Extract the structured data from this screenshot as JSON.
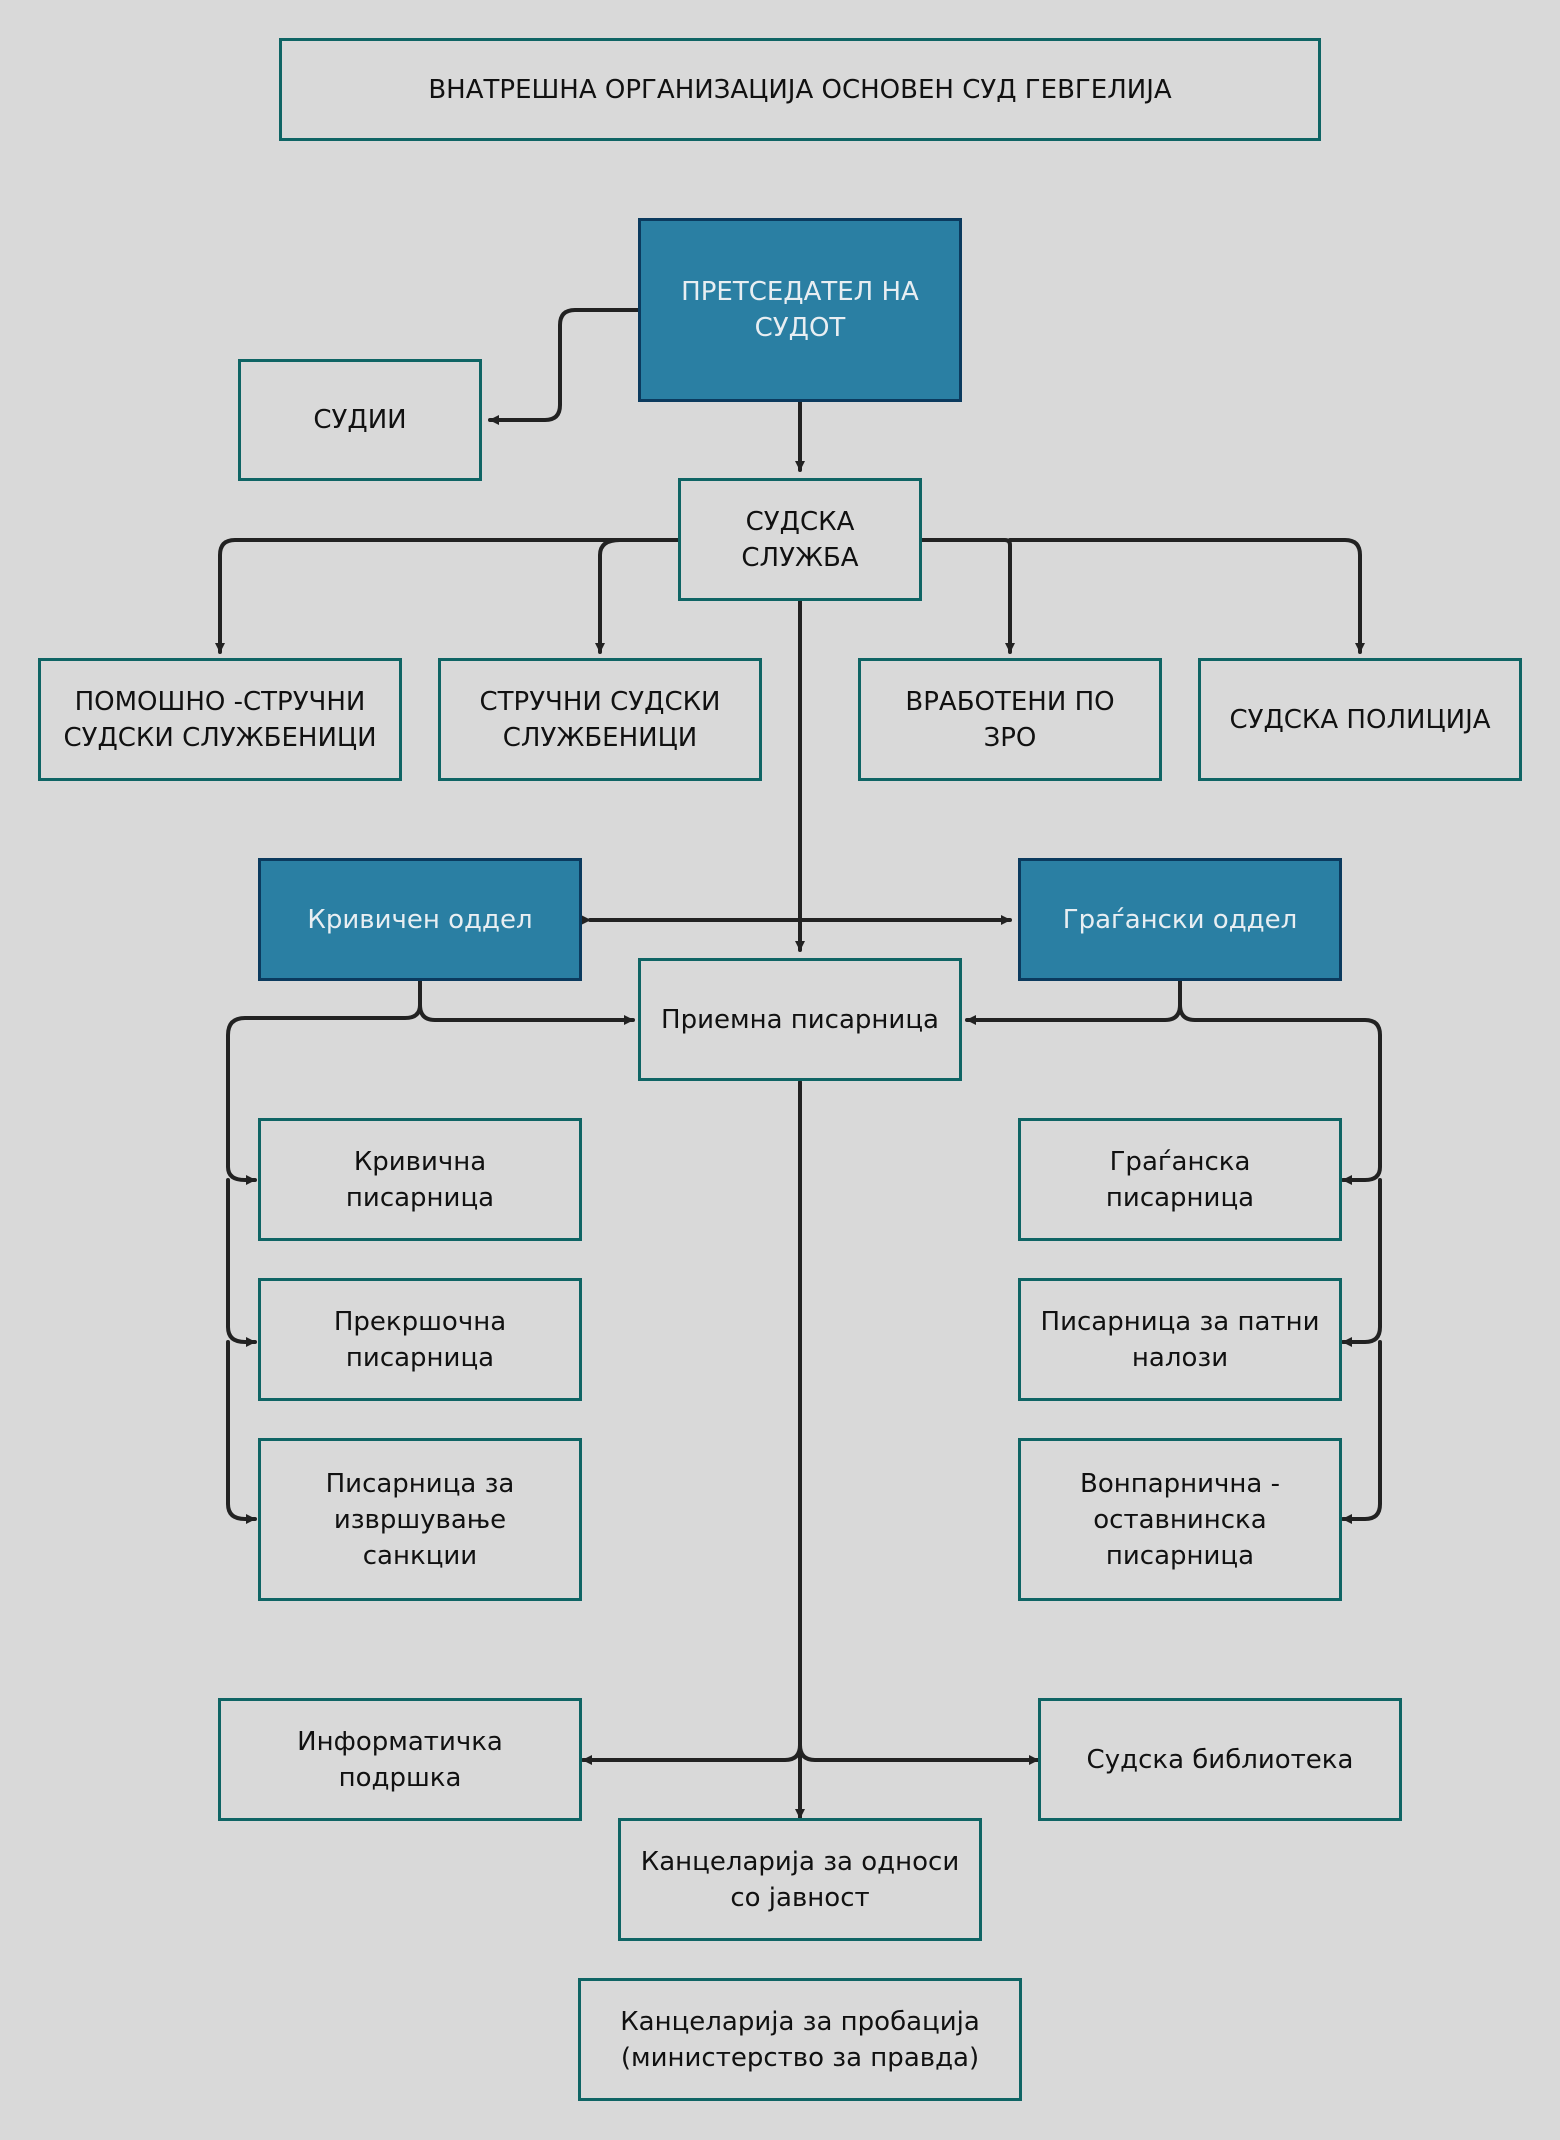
{
  "diagram": {
    "title": "ВНАТРЕШНА ОРГАНИЗАЦИЈА ОСНОВЕН СУД ГЕВГЕЛИЈА",
    "nodes": {
      "president": "ПРЕТСЕДАТЕЛ НА\nСУДОТ",
      "judges": "СУДИИ",
      "service": "СУДСКА\nСЛУЖБА",
      "assist_staff": "ПОМОШНО -СТРУЧНИ\nСУДСКИ СЛУЖБЕНИЦИ",
      "expert_staff": "СТРУЧНИ СУДСКИ\nСЛУЖБЕНИЦИ",
      "zro_staff": "ВРАБОТЕНИ ПО\nЗРО",
      "police": "СУДСКА ПОЛИЦИЈА",
      "criminal_dept": "Кривичен оддел",
      "civil_dept": "Граѓански оддел",
      "reception": "Приемна писарница",
      "criminal_registry": "Кривична\nписарница",
      "misdemeanor_registry": "Прекршочна\nписарница",
      "sanctions_registry": "Писарница за\nизвршување\nсанкции",
      "civil_registry": "Граѓанска\nписарница",
      "payment_registry": "Писарница за патни\nналози",
      "probate_registry": "Вонпарнична -\nоставнинска\nписарница",
      "it_support": "Информатичка\nподршка",
      "library": "Судска библиотека",
      "pr_office": "Канцеларија за односи\nсо јавност",
      "probation_office": "Канцеларија за пробација\n(министерство за правда)"
    },
    "colors": {
      "background": "#d9d9d9",
      "border": "#0f6464",
      "highlight_fill": "#2a7fa3",
      "highlight_border": "#0b3a5e",
      "connector": "#222222"
    }
  }
}
